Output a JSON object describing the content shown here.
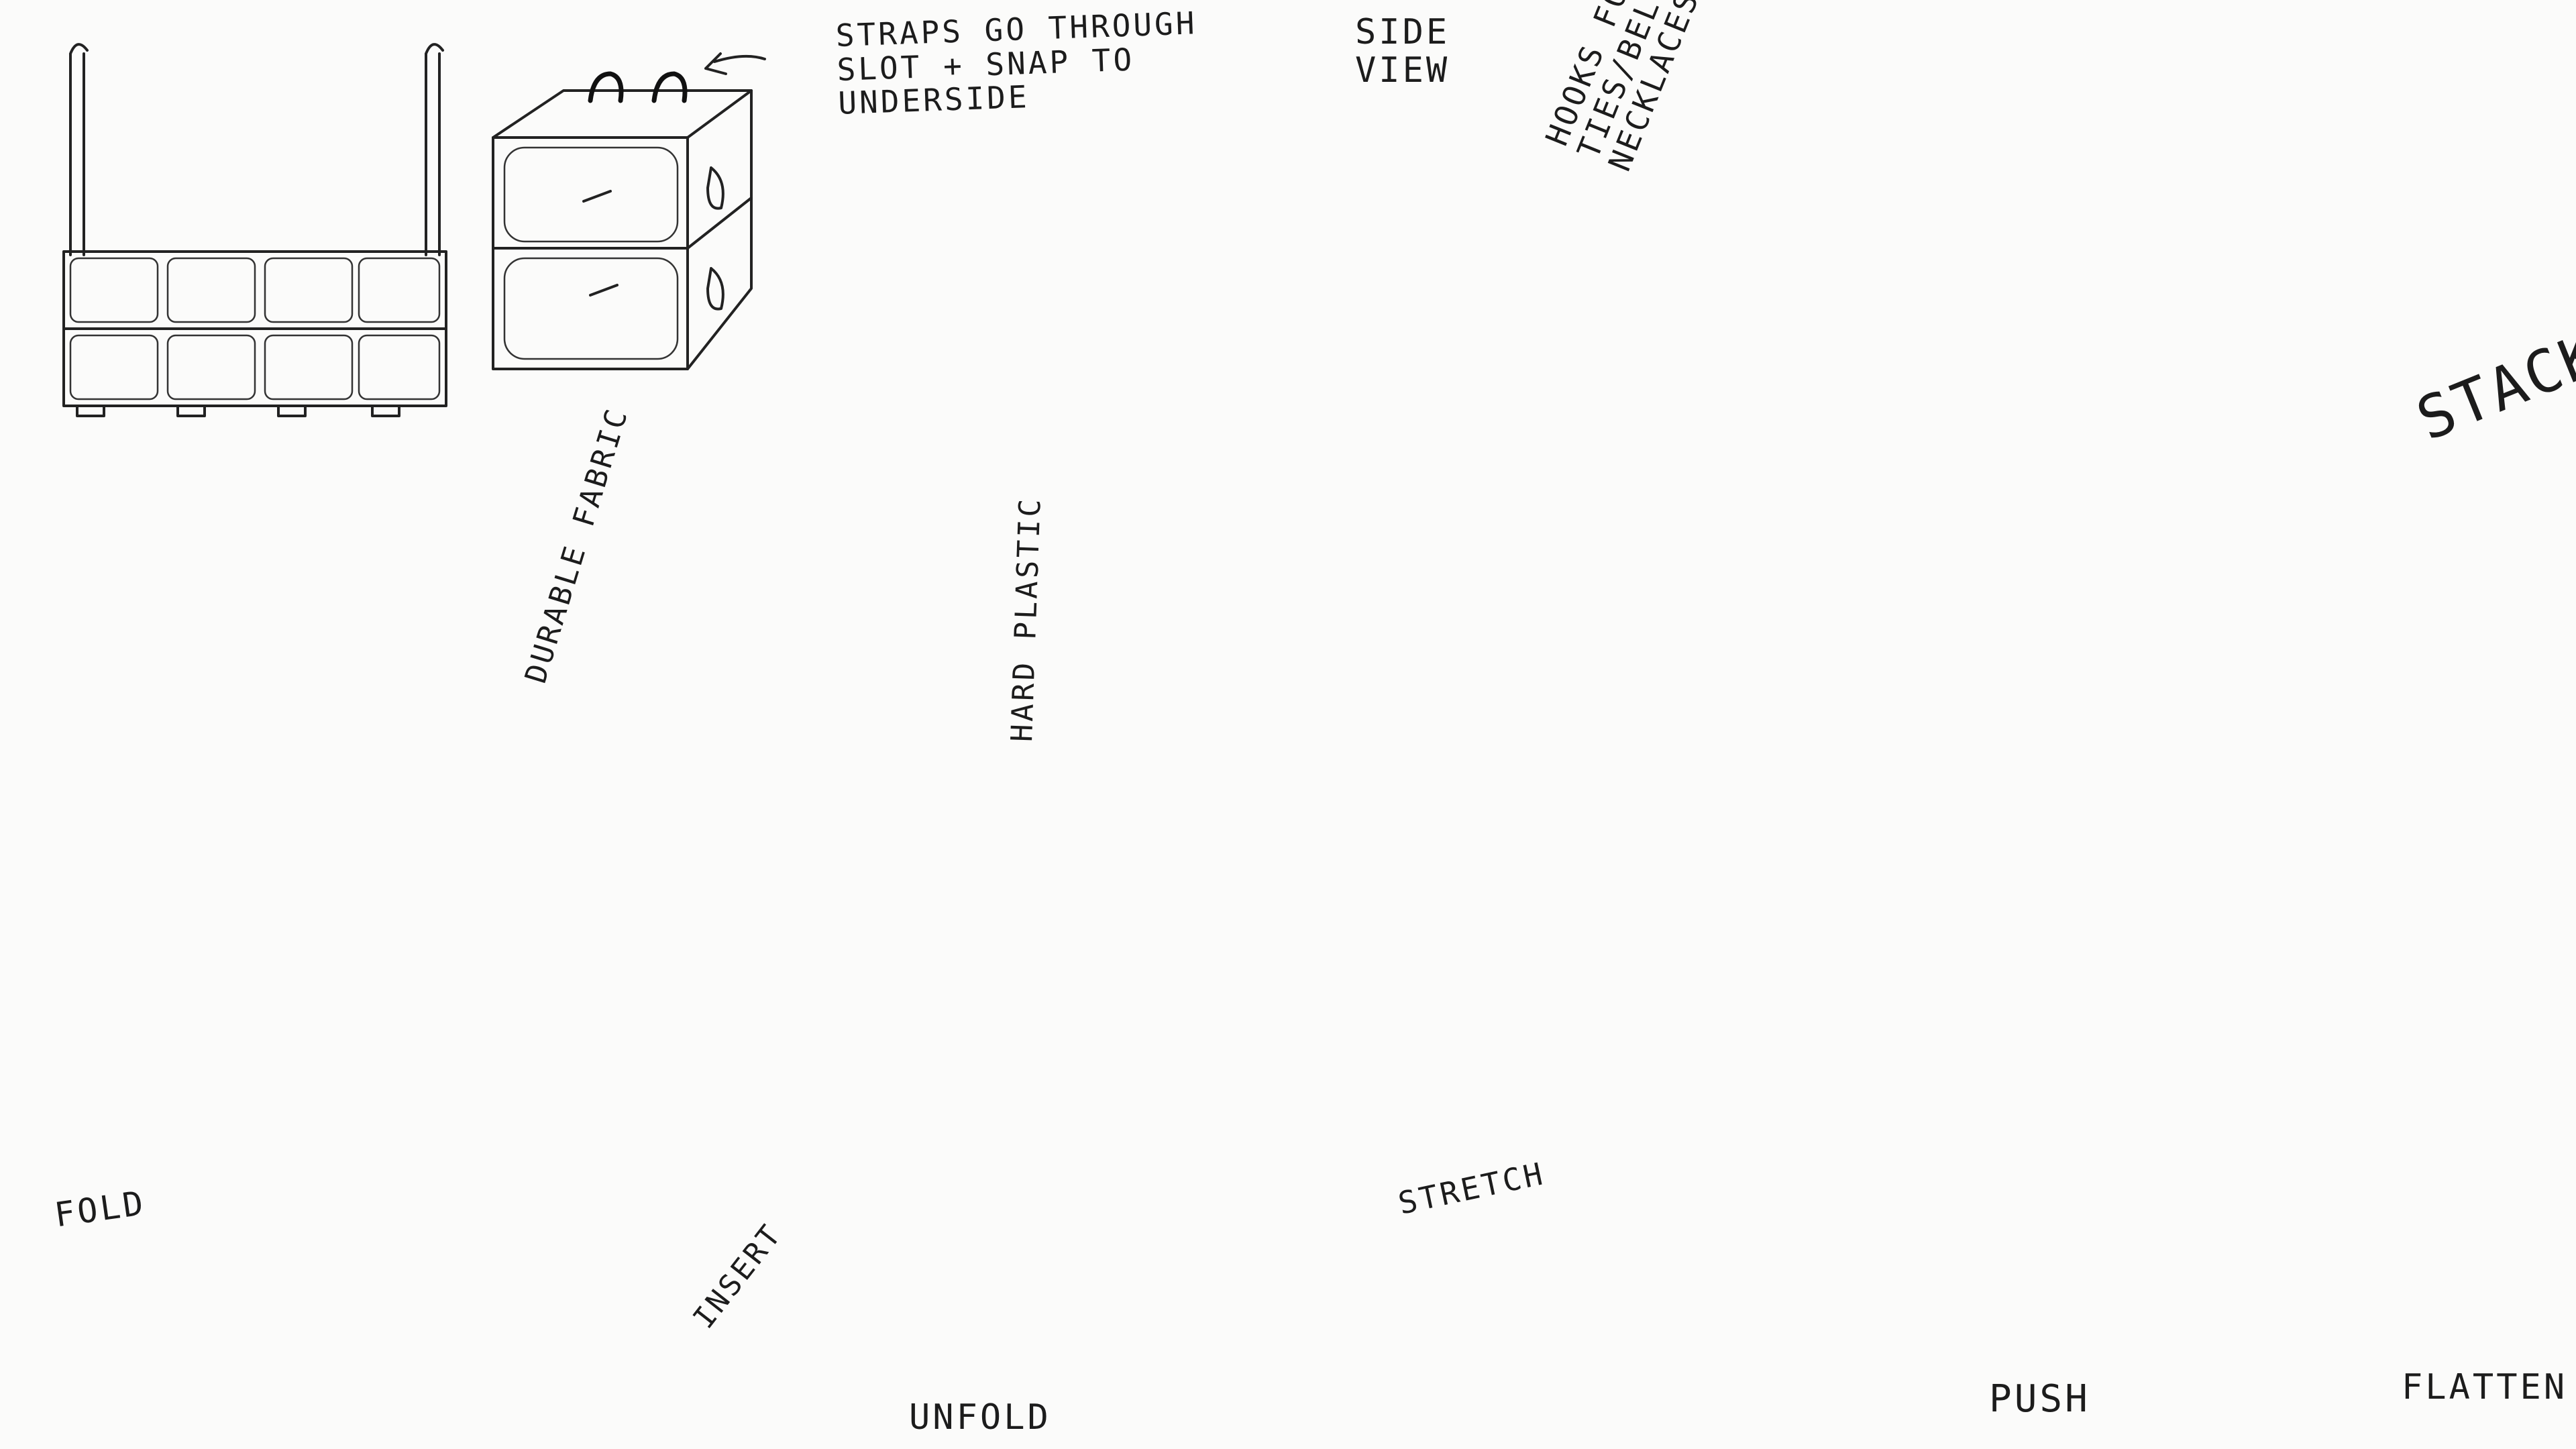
{
  "annotations": {
    "straps_line1": "STRAPS GO THROUGH",
    "straps_line2": "SLOT + SNAP TO",
    "straps_line3": "UNDERSIDE",
    "side_view_line1": "SIDE",
    "side_view_line2": "VIEW",
    "hooks_line1": "HOOKS FOR",
    "hooks_line2": "TIES/BELTS/",
    "hooks_line3": "NECKLACES",
    "stack": "STACK",
    "durable_fabric": "DURABLE FABRIC",
    "hard_plastic": "HARD PLASTIC",
    "fold": "FOLD",
    "insert": "INSERT",
    "unfold": "UNFOLD",
    "stretch": "STRETCH",
    "push": "PUSH",
    "flatten": "FLATTEN"
  }
}
